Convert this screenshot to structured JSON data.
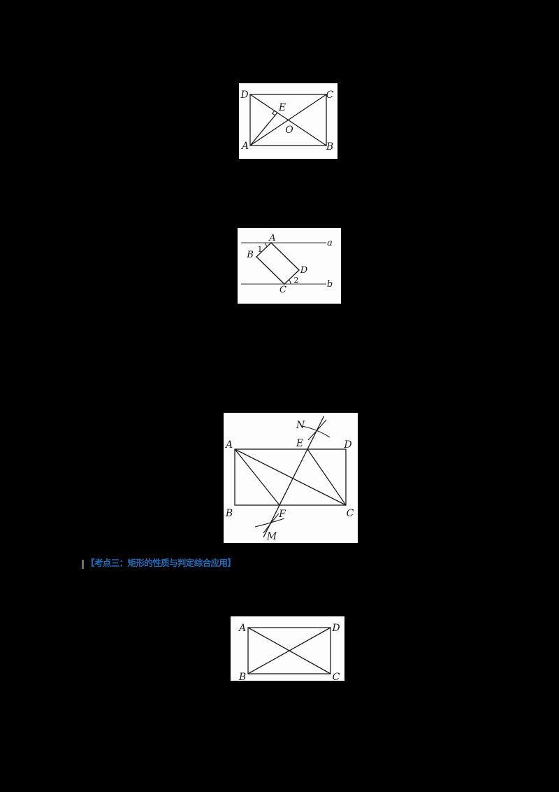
{
  "page": {
    "background": "#000000"
  },
  "heading": {
    "text": "【考点三：矩形的性质与判定综合应用】",
    "color": "#1d6cb8"
  },
  "colors": {
    "panel": "#fdfdfd",
    "figure_line": "#1c1c1c",
    "parallel_line_gray": "#8a8a8a",
    "heading_blue": "#1d6cb8"
  },
  "figures": {
    "fig1": {
      "labels": {
        "A": "A",
        "B": "B",
        "C": "C",
        "D": "D",
        "E": "E",
        "O": "O"
      }
    },
    "fig2": {
      "labels": {
        "A": "A",
        "B": "B",
        "C": "C",
        "D": "D",
        "angle1": "1",
        "angle2": "2",
        "line_a": "a",
        "line_b": "b"
      }
    },
    "fig3": {
      "labels": {
        "A": "A",
        "B": "B",
        "C": "C",
        "D": "D",
        "E": "E",
        "F": "F",
        "N": "N",
        "M": "M"
      }
    },
    "fig4": {
      "labels": {
        "A": "A",
        "B": "B",
        "C": "C",
        "D": "D"
      }
    }
  }
}
